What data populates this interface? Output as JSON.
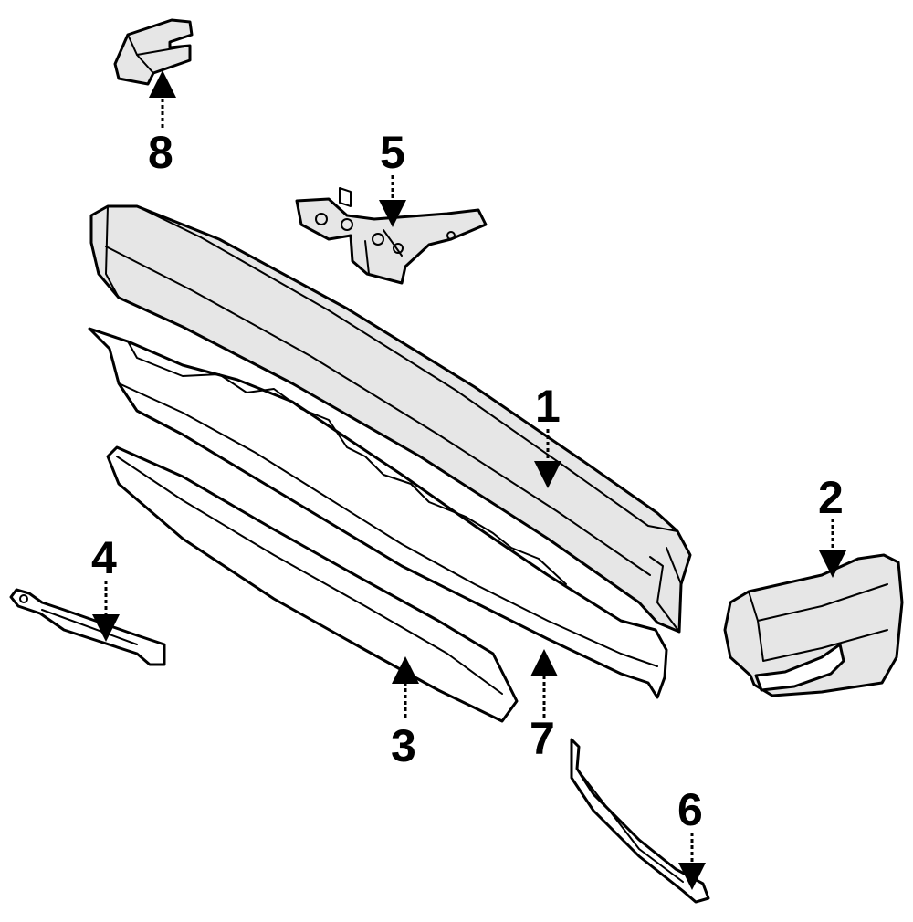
{
  "diagram": {
    "callouts": [
      {
        "id": "1",
        "label": "1"
      },
      {
        "id": "2",
        "label": "2"
      },
      {
        "id": "3",
        "label": "3"
      },
      {
        "id": "4",
        "label": "4"
      },
      {
        "id": "5",
        "label": "5"
      },
      {
        "id": "6",
        "label": "6"
      },
      {
        "id": "7",
        "label": "7"
      },
      {
        "id": "8",
        "label": "8"
      }
    ],
    "colors": {
      "line": "#000000",
      "background": "#ffffff",
      "shade": "#e6e6e6"
    }
  }
}
